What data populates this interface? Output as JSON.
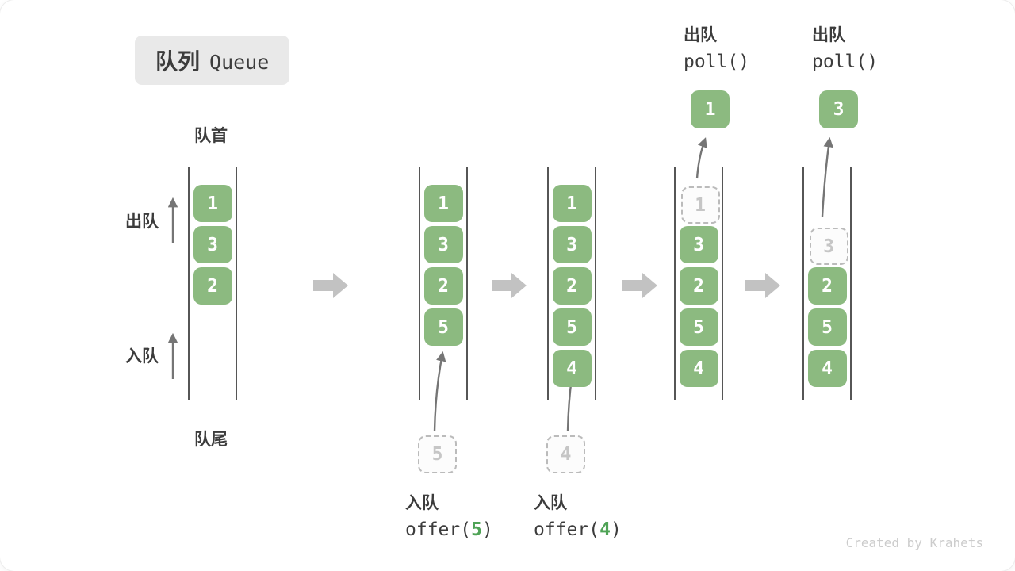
{
  "title": {
    "zh": "队列",
    "en": "Queue"
  },
  "labels": {
    "front": "队首",
    "rear": "队尾",
    "dequeue": "出队",
    "enqueue": "入队"
  },
  "watermark": "Created by Krahets",
  "colors": {
    "box_green": "#8cba80",
    "box_text": "#ffffff",
    "dashed_border": "#bbbbbb",
    "dashed_text": "#c6c6c6",
    "rail": "#565656",
    "arrow": "#757575",
    "block_arrow": "#c2c2c2",
    "text": "#3c3c3c",
    "accent_green": "#4fa356",
    "watermark": "#cccccc",
    "title_bg": "#e9e9e9"
  },
  "queues": [
    {
      "slots": [
        {
          "v": "1",
          "style": "green"
        },
        {
          "v": "3",
          "style": "green"
        },
        {
          "v": "2",
          "style": "green"
        }
      ]
    },
    {
      "slots": [
        {
          "v": "1",
          "style": "green"
        },
        {
          "v": "3",
          "style": "green"
        },
        {
          "v": "2",
          "style": "green"
        },
        {
          "v": "5",
          "style": "green"
        }
      ],
      "enqueue": {
        "incoming_value": "5",
        "label_zh": "入队",
        "code_pre": "offer(",
        "code_arg": "5",
        "code_post": ")"
      }
    },
    {
      "slots": [
        {
          "v": "1",
          "style": "green"
        },
        {
          "v": "3",
          "style": "green"
        },
        {
          "v": "2",
          "style": "green"
        },
        {
          "v": "5",
          "style": "green"
        },
        {
          "v": "4",
          "style": "green"
        }
      ],
      "enqueue": {
        "incoming_value": "4",
        "label_zh": "入队",
        "code_pre": "offer(",
        "code_arg": "4",
        "code_post": ")"
      }
    },
    {
      "slots": [
        {
          "v": "1",
          "style": "dashed"
        },
        {
          "v": "3",
          "style": "green"
        },
        {
          "v": "2",
          "style": "green"
        },
        {
          "v": "5",
          "style": "green"
        },
        {
          "v": "4",
          "style": "green"
        }
      ],
      "dequeue": {
        "outgoing_value": "1",
        "label_zh": "出队",
        "code": "poll()"
      }
    },
    {
      "slots": [
        {
          "style": "empty"
        },
        {
          "v": "3",
          "style": "dashed"
        },
        {
          "v": "2",
          "style": "green"
        },
        {
          "v": "5",
          "style": "green"
        },
        {
          "v": "4",
          "style": "green"
        }
      ],
      "dequeue": {
        "outgoing_value": "3",
        "label_zh": "出队",
        "code": "poll()"
      }
    }
  ]
}
